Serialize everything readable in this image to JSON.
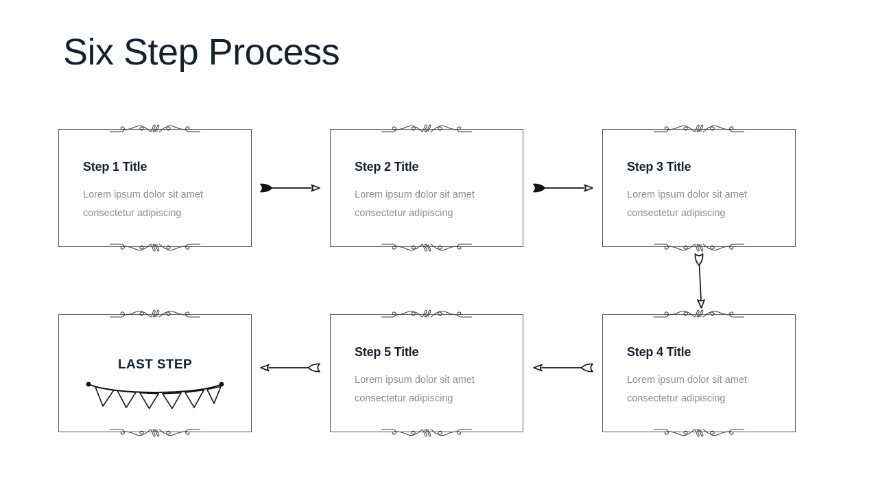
{
  "slide": {
    "title": "Six Step Process",
    "background_color": "#ffffff",
    "title_color": "#16202c",
    "box_border_color": "#54585f",
    "body_text_color": "#8d8d8d",
    "ink_color": "#1a1a1a"
  },
  "steps": [
    {
      "id": "step-1",
      "title": "Step 1 Title",
      "description": "Lorem ipsum dolor sit amet consectetur adipiscing"
    },
    {
      "id": "step-2",
      "title": "Step 2 Title",
      "description": "Lorem ipsum dolor sit amet consectetur adipiscing"
    },
    {
      "id": "step-3",
      "title": "Step 3 Title",
      "description": "Lorem ipsum dolor sit amet consectetur adipiscing"
    },
    {
      "id": "step-4",
      "title": "Step 4 Title",
      "description": "Lorem ipsum dolor sit amet consectetur adipiscing"
    },
    {
      "id": "step-5",
      "title": "Step 5 Title",
      "description": "Lorem ipsum dolor sit amet consectetur adipiscing"
    },
    {
      "id": "step-6",
      "title": "LAST STEP",
      "description": ""
    }
  ],
  "connectors": [
    {
      "id": "connector-1-2",
      "direction": "right",
      "icon": "arrow-right-icon"
    },
    {
      "id": "connector-2-3",
      "direction": "right",
      "icon": "arrow-right-icon"
    },
    {
      "id": "connector-3-4",
      "direction": "down",
      "icon": "arrow-down-icon"
    },
    {
      "id": "connector-4-5",
      "direction": "left",
      "icon": "arrow-left-icon"
    },
    {
      "id": "connector-5-6",
      "direction": "left",
      "icon": "arrow-left-icon"
    }
  ],
  "decorations": {
    "flourish": "flourish-ornament-icon",
    "bunting": "bunting-garland-icon",
    "bunting_flag_count": 6
  }
}
